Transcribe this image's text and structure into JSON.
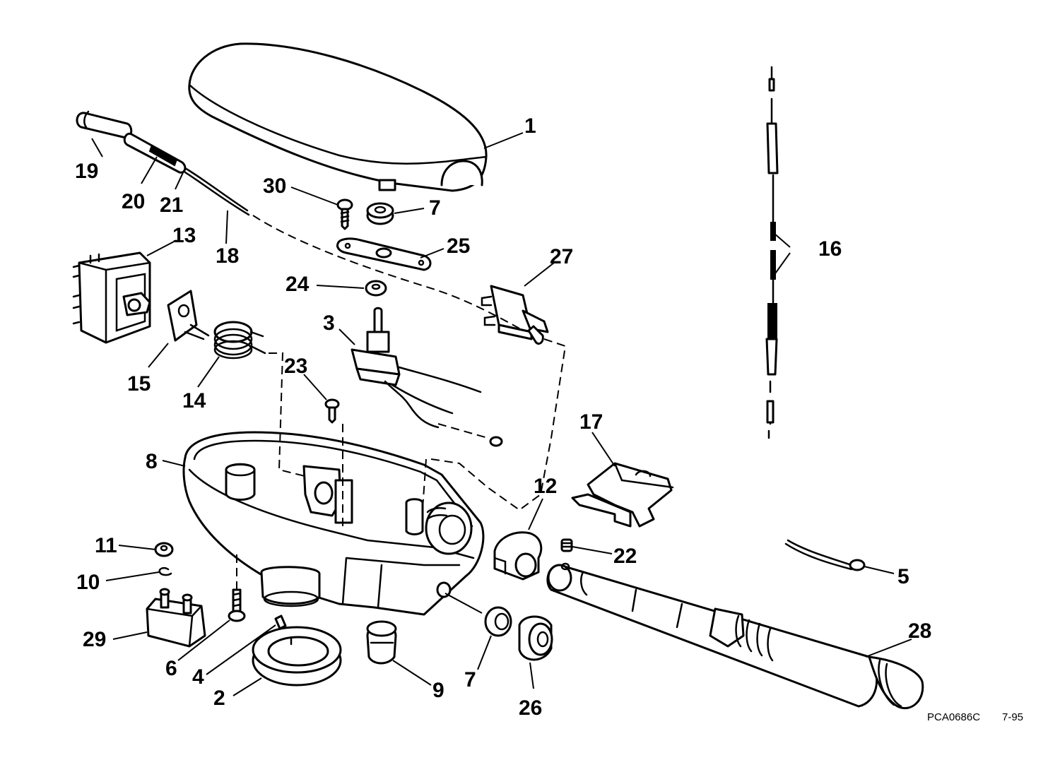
{
  "figure": {
    "labels": [
      "1",
      "2",
      "3",
      "4",
      "5",
      "6",
      "7",
      "7",
      "8",
      "9",
      "10",
      "11",
      "12",
      "13",
      "14",
      "15",
      "16",
      "17",
      "18",
      "19",
      "20",
      "21",
      "22",
      "23",
      "24",
      "25",
      "26",
      "27",
      "28",
      "29",
      "30"
    ],
    "code": "PCA0686C",
    "date": "7-95"
  }
}
